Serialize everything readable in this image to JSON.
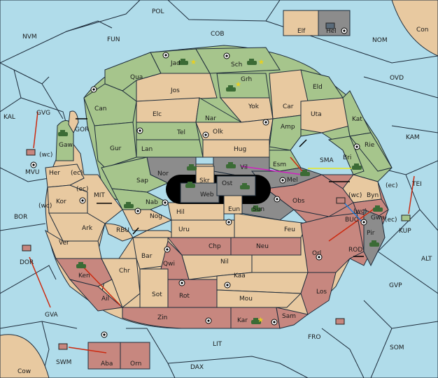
{
  "regions": {
    "POL": "POL",
    "NVM": "NVM",
    "FUN": "FUN",
    "COB": "COB",
    "NOM": "NOM",
    "OVD": "OVD",
    "Con": "Con",
    "KAL": "KAL",
    "GVG": "GVG",
    "MVU": "MVU",
    "BOR": "BOR",
    "GOR": "GOR",
    "MIT": "MIT",
    "RBU": "RBU",
    "KAM": "KAM",
    "SMA": "SMA",
    "TEI": "TEI",
    "KUP": "KUP",
    "BUC": "BUC",
    "ROD": "ROD",
    "ALT": "ALT",
    "GVP": "GVP",
    "FRO": "FRO",
    "SOM": "SOM",
    "LIT": "LIT",
    "DAX": "DAX",
    "GVA": "GVA",
    "SWM": "SWM",
    "DOR": "DOR",
    "Cow": "Cow",
    "Elf": "Elf",
    "Hel": "Hel",
    "Jad": "Jad",
    "Sch": "Sch",
    "Qua": "Qua",
    "Jos": "Jos",
    "Grh": "Grh",
    "Eld": "Eld",
    "Can": "Can",
    "Elc": "Elc",
    "Yok": "Yok",
    "Car": "Car",
    "Uta": "Uta",
    "Kat": "Kat",
    "Nar": "Nar",
    "Tel": "Tel",
    "Olk": "Olk",
    "Amp": "Amp",
    "Gaw": "Gaw",
    "Gur": "Gur",
    "Lan": "Lan",
    "Hug": "Hug",
    "Rie": "Rie",
    "Bri": "Bri",
    "Esm": "Esm",
    "Nor": "Nor",
    "Skr": "Skr",
    "Vil": "Vil",
    "Her": "Her",
    "Sap": "Sap",
    "Ost": "Ost",
    "Mel": "Mel",
    "Web": "Web",
    "Byn": "Byn",
    "Kor": "Kor",
    "Nab": "Nab",
    "Eun": "Eun",
    "Sun": "Sun",
    "Obs": "Obs",
    "Gwa": "Gwa",
    "Hil": "Hil",
    "Nog": "Nog",
    "Ark": "Ark",
    "Uru": "Uru",
    "Feu": "Feu",
    "Pir": "Pir",
    "Ver": "Ver",
    "Chp": "Chp",
    "Neu": "Neu",
    "Orl": "Orl",
    "Bar": "Bar",
    "Qwi": "Qwi",
    "Nil": "Nil",
    "Ken": "Ken",
    "Chr": "Chr",
    "Kaa": "Kaa",
    "Ail": "Ail",
    "Sot": "Sot",
    "Rot": "Rot",
    "Mou": "Mou",
    "Los": "Los",
    "Zin": "Zin",
    "Kar": "Kar",
    "Sam": "Sam",
    "Aba": "Aba",
    "Orn": "Orn"
  },
  "coast": {
    "wc": "(wc)",
    "ec": "(ec)"
  },
  "colors": {
    "sea": "#b0dcea",
    "tan": "#e8c9a0",
    "green": "#a6c58c",
    "red": "#c7877f",
    "gray": "#8c8c8c",
    "border": "#1d2b3a",
    "arrow_red": "#cc2a10",
    "arrow_magenta": "#d020c0",
    "arrow_yellow": "#e8e820",
    "arrow_blue": "#2080e0"
  },
  "units": {
    "tank_icon": "tank-icon",
    "fleet_icon": "fleet-icon",
    "star_icon": "star-icon"
  }
}
